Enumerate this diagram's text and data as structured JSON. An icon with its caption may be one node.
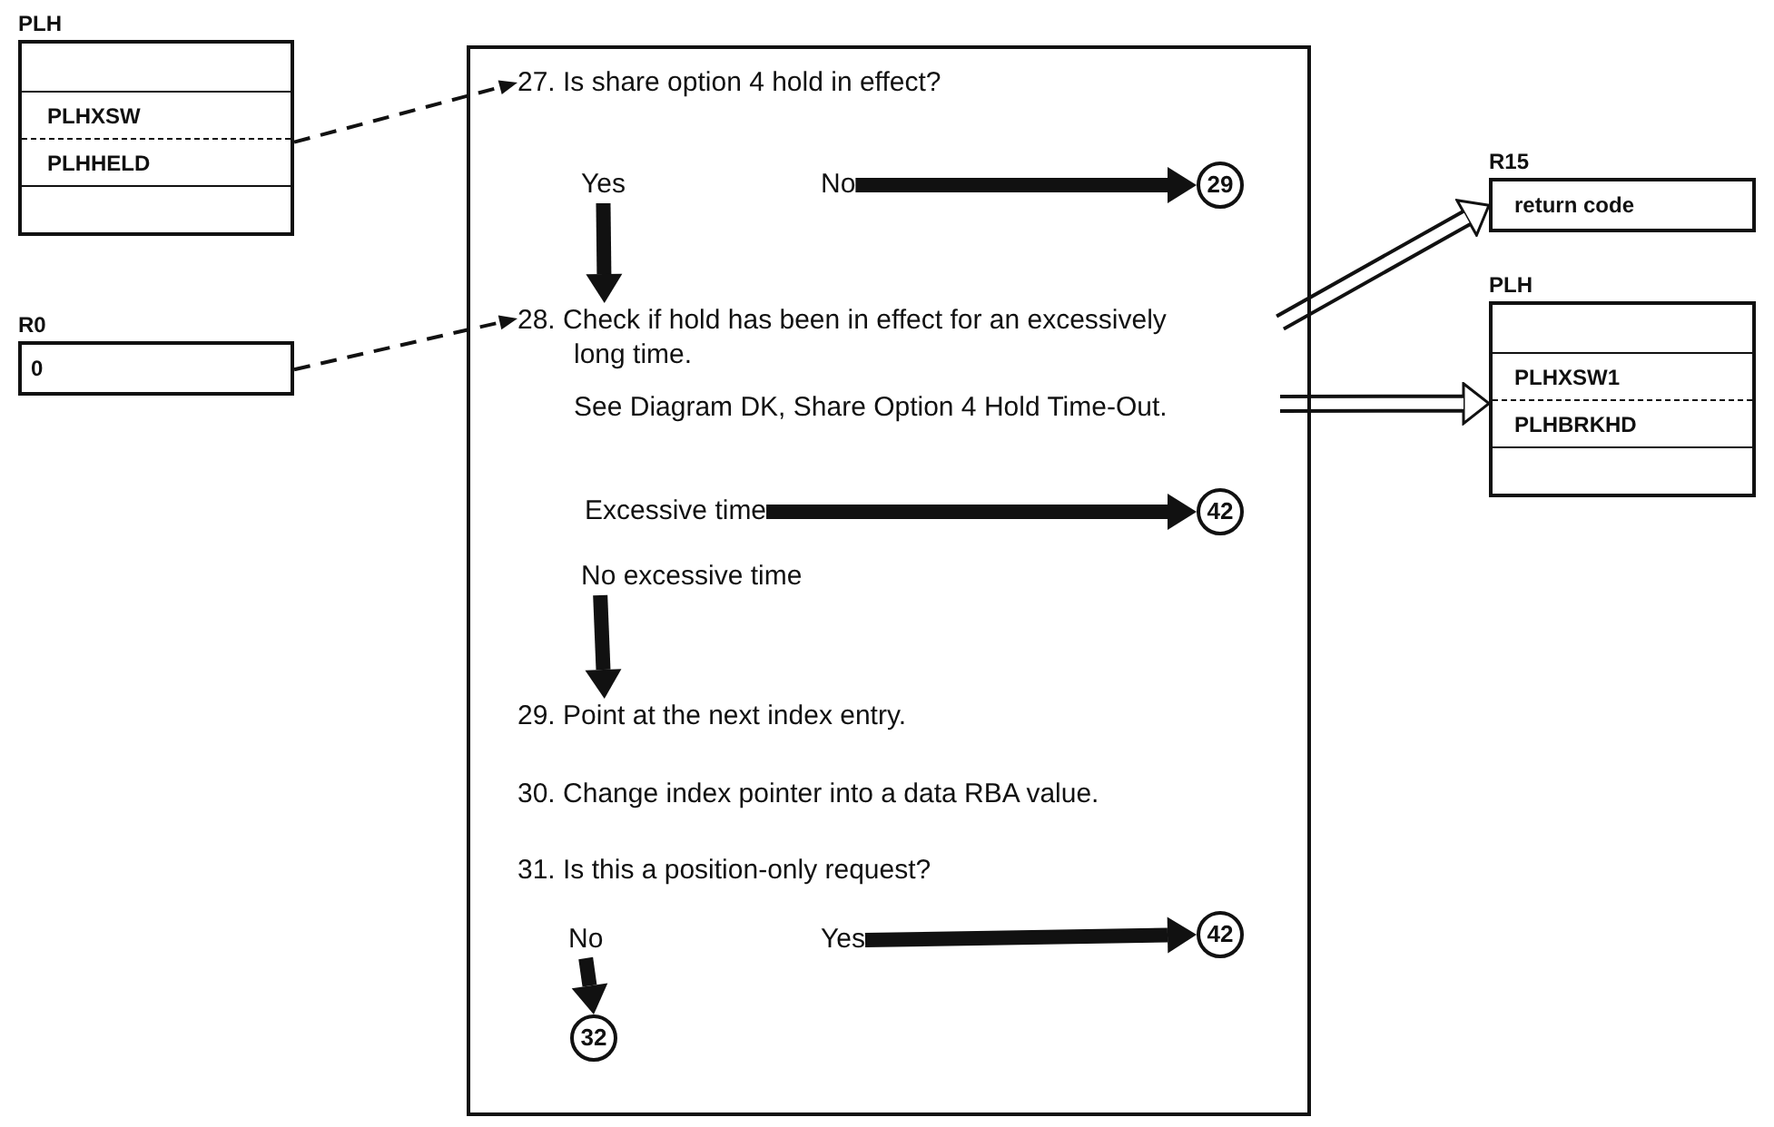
{
  "diagram": {
    "nodes": [
      {
        "text": [
          "PLH",
          "PLHXSW",
          "PLHHELD"
        ]
      },
      {
        "text": [
          "R0",
          "0"
        ]
      },
      {
        "text": [],
        "shape": "box"
      },
      {
        "text": [
          "27. Is share option 4 hold in effect?"
        ],
        "in": 2
      },
      {
        "text": [
          "Yes"
        ],
        "in": 2
      },
      {
        "text": [
          "No"
        ],
        "in": 2
      },
      {
        "text": [
          "29"
        ],
        "in": 2
      },
      {
        "text": [
          "28. Check if hold has been in effect for an excessively long time.",
          "See Diagram DK, Share Option 4 Hold Time-Out."
        ],
        "in": 2
      },
      {
        "text": [
          "Excessive time"
        ],
        "in": 2
      },
      {
        "text": [
          "42"
        ],
        "in": 2
      },
      {
        "text": [
          "No excessive time"
        ],
        "in": 2
      },
      {
        "text": [
          "29. Point at the next index entry."
        ],
        "in": 2
      },
      {
        "text": [
          "30. Change index pointer into a data RBA value."
        ],
        "in": 2
      },
      {
        "text": [
          "31. Is this a position-only request?"
        ],
        "in": 2
      },
      {
        "text": [
          "No"
        ],
        "in": 2
      },
      {
        "text": [
          "Yes"
        ],
        "in": 2
      },
      {
        "text": [
          "42"
        ],
        "in": 2
      },
      {
        "text": [
          "32"
        ],
        "in": 2
      },
      {
        "text": [
          "R15",
          "return code"
        ]
      },
      {
        "text": [
          "PLH",
          "PLHXSW1",
          "PLHBRKHD"
        ]
      }
    ],
    "edges": [
      {
        "from": 0,
        "to": 3,
        "arrow": "to",
        "style": "dashed"
      },
      {
        "from": 1,
        "to": 7,
        "arrow": "to",
        "style": "dashed"
      },
      {
        "from": 4,
        "to": 7,
        "arrow": "to"
      },
      {
        "from": 5,
        "to": 6,
        "arrow": "to"
      },
      {
        "from": 8,
        "to": 9,
        "arrow": "to"
      },
      {
        "from": 10,
        "to": 11,
        "arrow": "to"
      },
      {
        "from": 15,
        "to": 16,
        "arrow": "to"
      },
      {
        "from": 14,
        "to": 17,
        "arrow": "to"
      },
      {
        "from": 7,
        "to": 18,
        "arrow": "to"
      },
      {
        "from": 7,
        "to": 19,
        "arrow": "to"
      }
    ]
  }
}
